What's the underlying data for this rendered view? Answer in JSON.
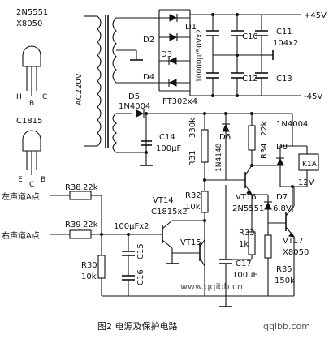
{
  "pinout": {
    "top_models": [
      "2N5551",
      "X8050"
    ],
    "top_pins": [
      "H",
      "B",
      "C"
    ],
    "bottom_model": "C1815",
    "bottom_pins": [
      "E",
      "C",
      "B"
    ]
  },
  "transformer_label": "AC220V",
  "rails": {
    "pos": "+45V",
    "neg": "-45V",
    "relay_v": "12V"
  },
  "parts": {
    "D1": "D1",
    "D2": "D2",
    "D3": "D3",
    "D4": "D4",
    "bridge": "FT302x4",
    "c_main": "10000μ/50Vx2",
    "C10": "C10",
    "C11": "C11",
    "C11v": "104x2",
    "C12": "C12",
    "C13": "C13",
    "D5": "D5",
    "D5v": "1N4004",
    "C14": "C14",
    "C14v": "100μF",
    "R31": "R31",
    "R31v": "330k",
    "D6": "D6",
    "D6v": "1N4148",
    "R34": "R34",
    "R34v": "22k",
    "D8v": "1N4004",
    "D8": "D8",
    "relay": "K1A",
    "R38": "R38",
    "R38v": "22k",
    "R39": "R39",
    "R39v": "22k",
    "cin": "100μFx2",
    "VT14": "VT14",
    "VT14v": "C1815x2",
    "R32": "R32",
    "R32v": "10k",
    "VT16": "VT16",
    "VT16v": "2N5551",
    "D7": "D7",
    "D7v": "6.8V",
    "VT15": "VT15",
    "R30": "R30",
    "R30v": "10k",
    "C15": "C15",
    "C16": "C16",
    "R33": "R33",
    "R33v": "1k",
    "C17": "C17",
    "C17v": "100μF",
    "VT17": "VT17",
    "VT17v": "X8050",
    "R35": "R35",
    "R35v": "150k"
  },
  "inputs": {
    "left": "左声道A点",
    "right": "右声道A点"
  },
  "caption": "图2    电源及保护电路",
  "watermarks": {
    "center": "www.qqibb.cn",
    "corner": "qqibb.com"
  }
}
